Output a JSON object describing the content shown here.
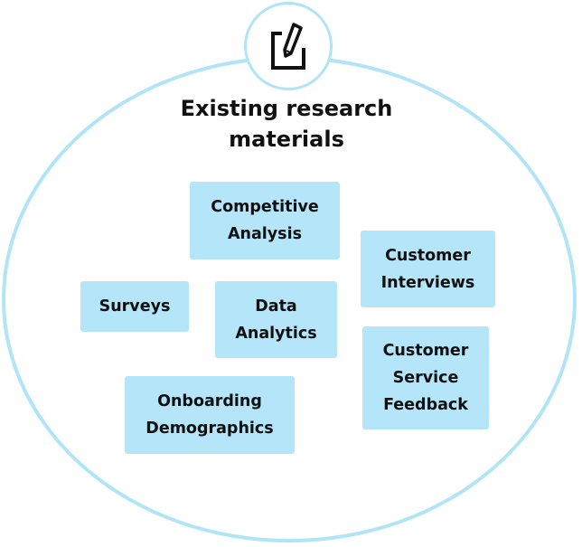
{
  "title": {
    "line1": "Existing research",
    "line2": "materials"
  },
  "icon": "edit-document-icon",
  "colors": {
    "ellipse_stroke": "#b1e4f7",
    "card_fill": "#b5e5f8",
    "text": "#111111"
  },
  "cards": {
    "competitive_analysis": [
      "Competitive",
      "Analysis"
    ],
    "customer_interviews": [
      "Customer",
      "Interviews"
    ],
    "surveys": [
      "Surveys"
    ],
    "data_analytics": [
      "Data",
      "Analytics"
    ],
    "customer_service_feedback": [
      "Customer",
      "Service",
      "Feedback"
    ],
    "onboarding_demographics": [
      "Onboarding",
      "Demographics"
    ]
  }
}
